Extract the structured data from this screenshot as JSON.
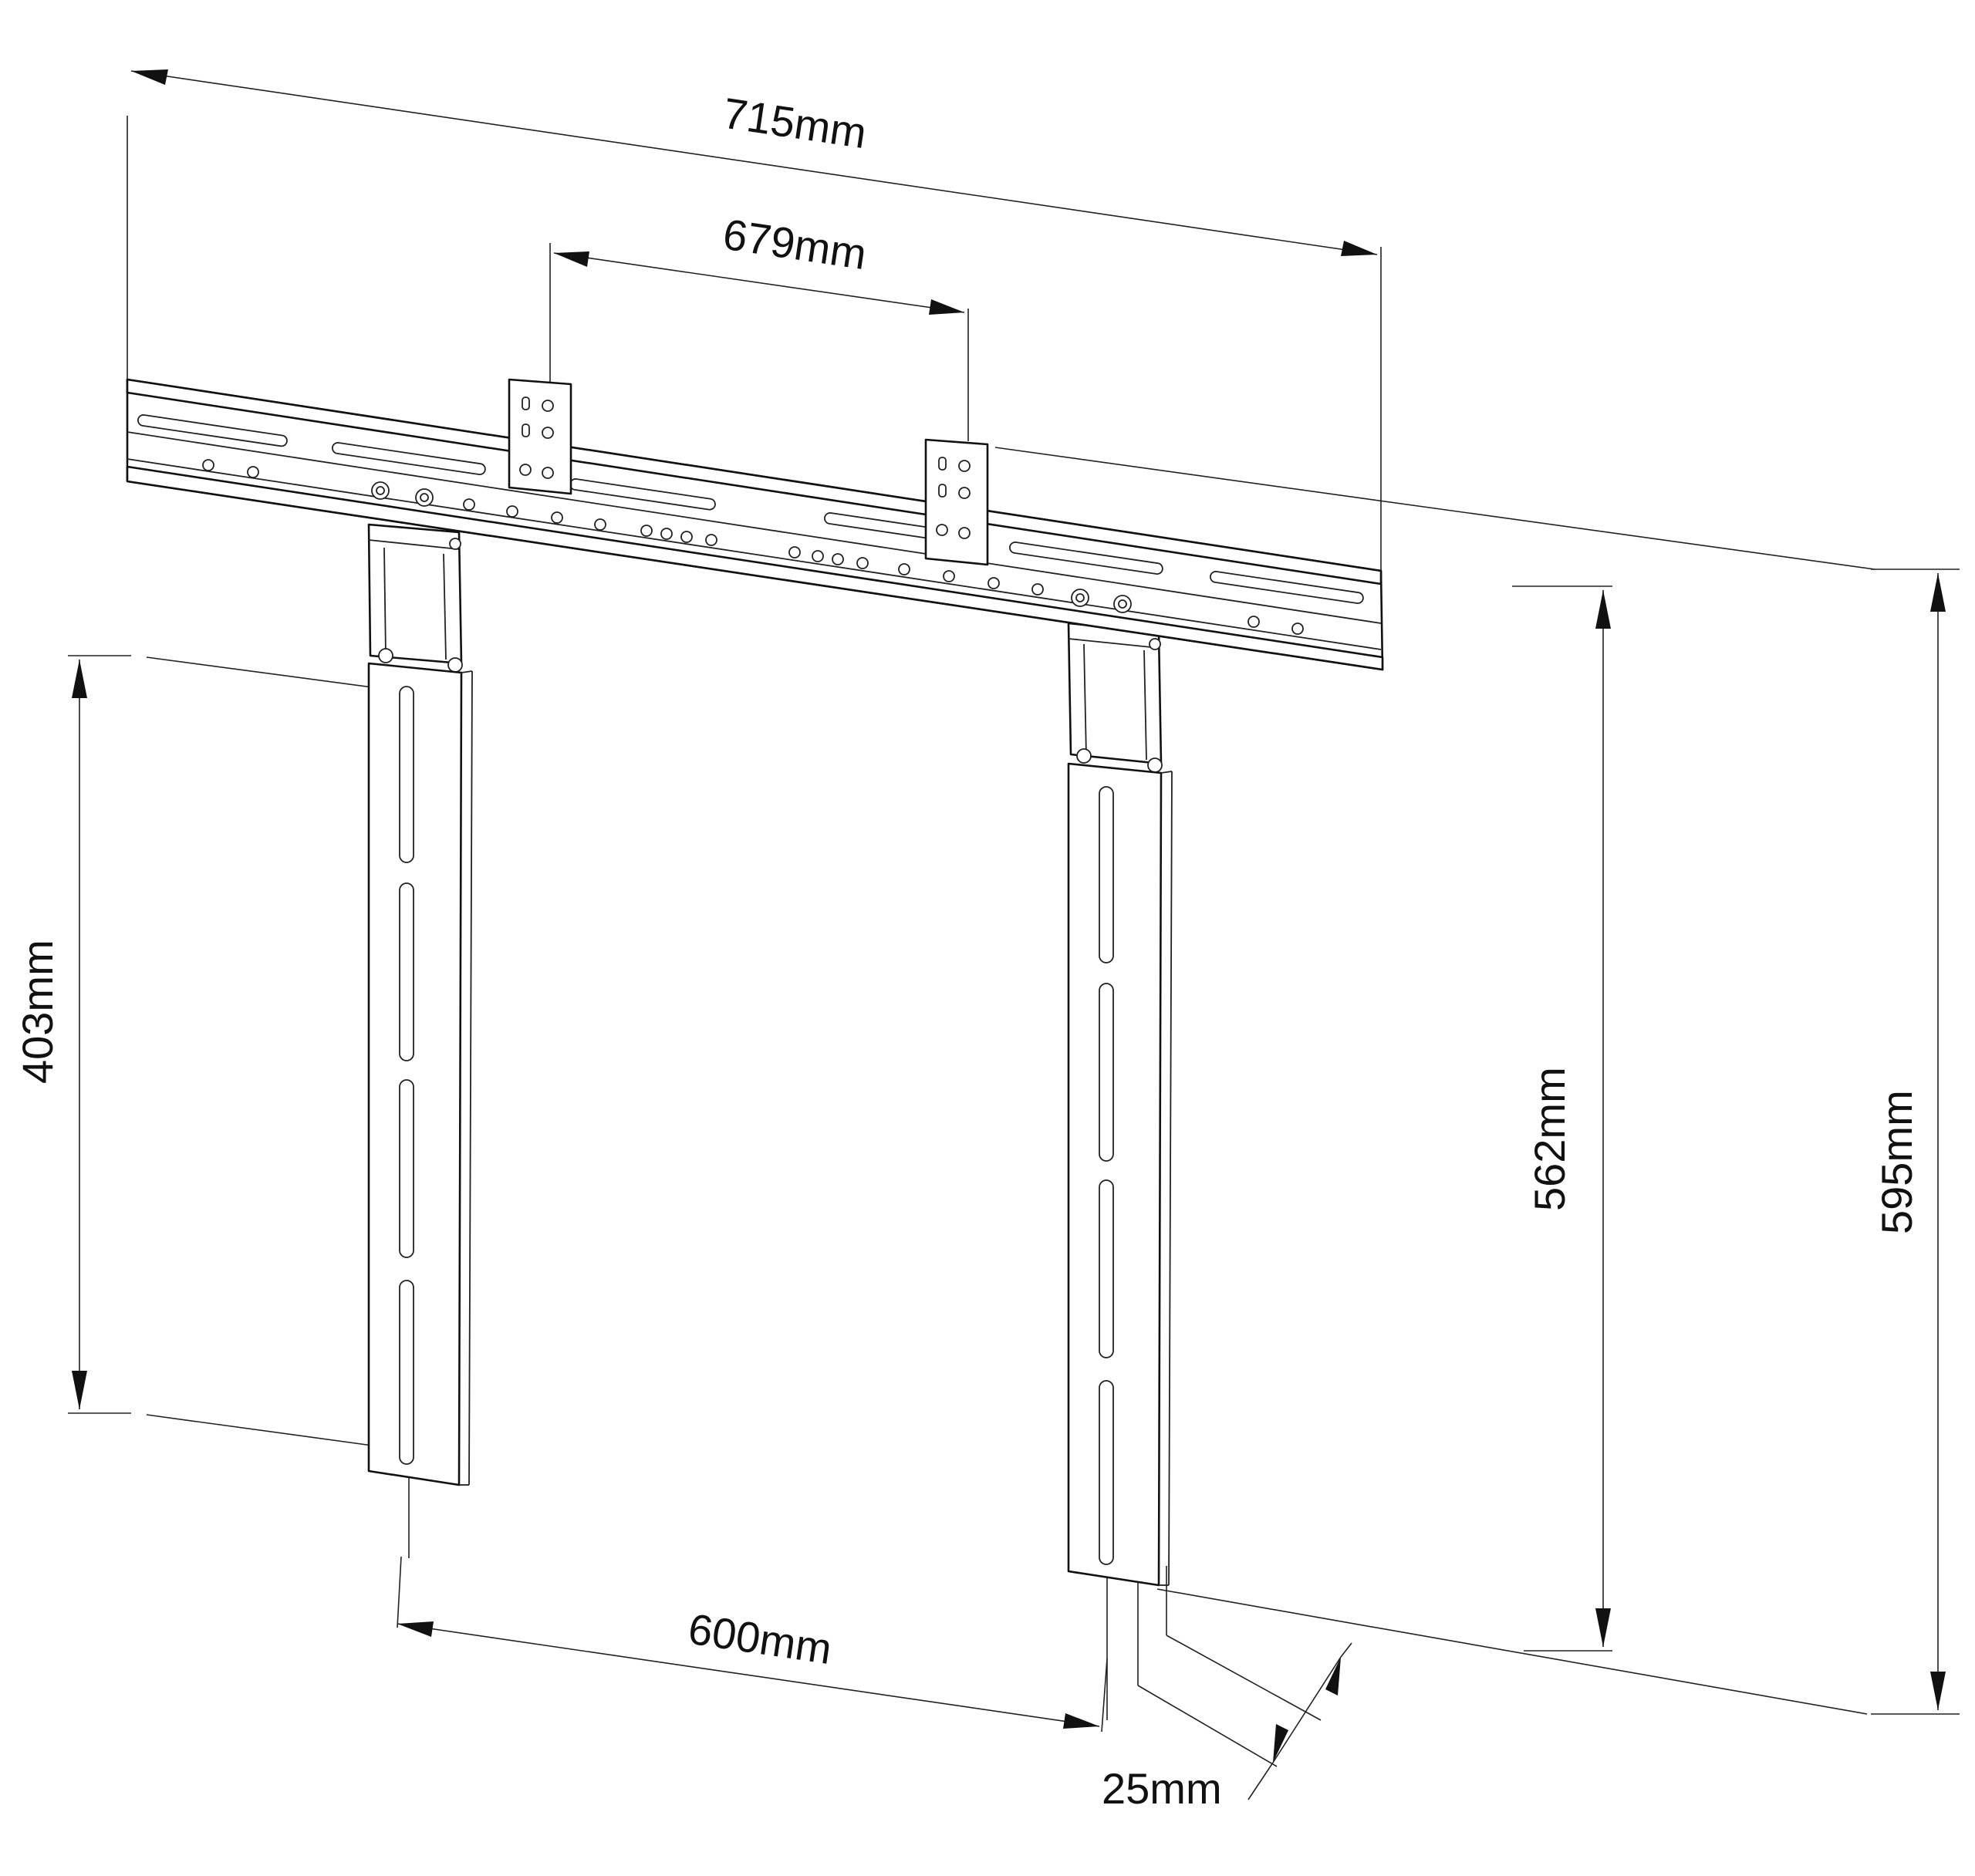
{
  "dimensions": {
    "overall_width": "715mm",
    "bracket_spacing": "679mm",
    "arm_spacing": "600mm",
    "arm_length": "403mm",
    "mid_height": "562mm",
    "overall_height": "595mm",
    "depth": "25mm"
  },
  "colors": {
    "line": "#111111",
    "background": "#ffffff"
  }
}
